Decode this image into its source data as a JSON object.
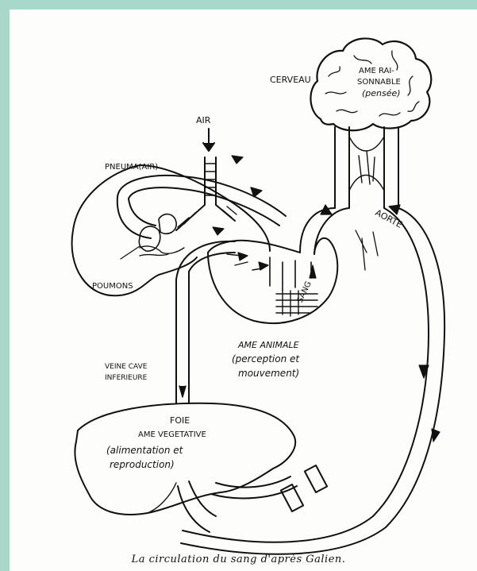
{
  "labels": {
    "brain_title": "CERVEAU",
    "brain_soul_1": "AME RAI-",
    "brain_soul_2": "SONNABLE",
    "brain_soul_3": "(pensée)",
    "air": "AIR",
    "pneuma": "PNEUMA(AIR)",
    "aorta": "AORTE",
    "lungs": "POUMONS",
    "blood": "SANG",
    "animal_soul_1": "AME  ANIMALE",
    "animal_soul_2": "(perception et",
    "animal_soul_3": "mouvement)",
    "vena_cava_1": "VEINE CAVE",
    "vena_cava_2": "INFERIEURE",
    "liver_1": "FOIE",
    "liver_2": "AME VEGETATIVE",
    "liver_3": "(alimentation et",
    "liver_4": "reproduction)"
  },
  "caption": "La circulation du sang d'après Galien."
}
